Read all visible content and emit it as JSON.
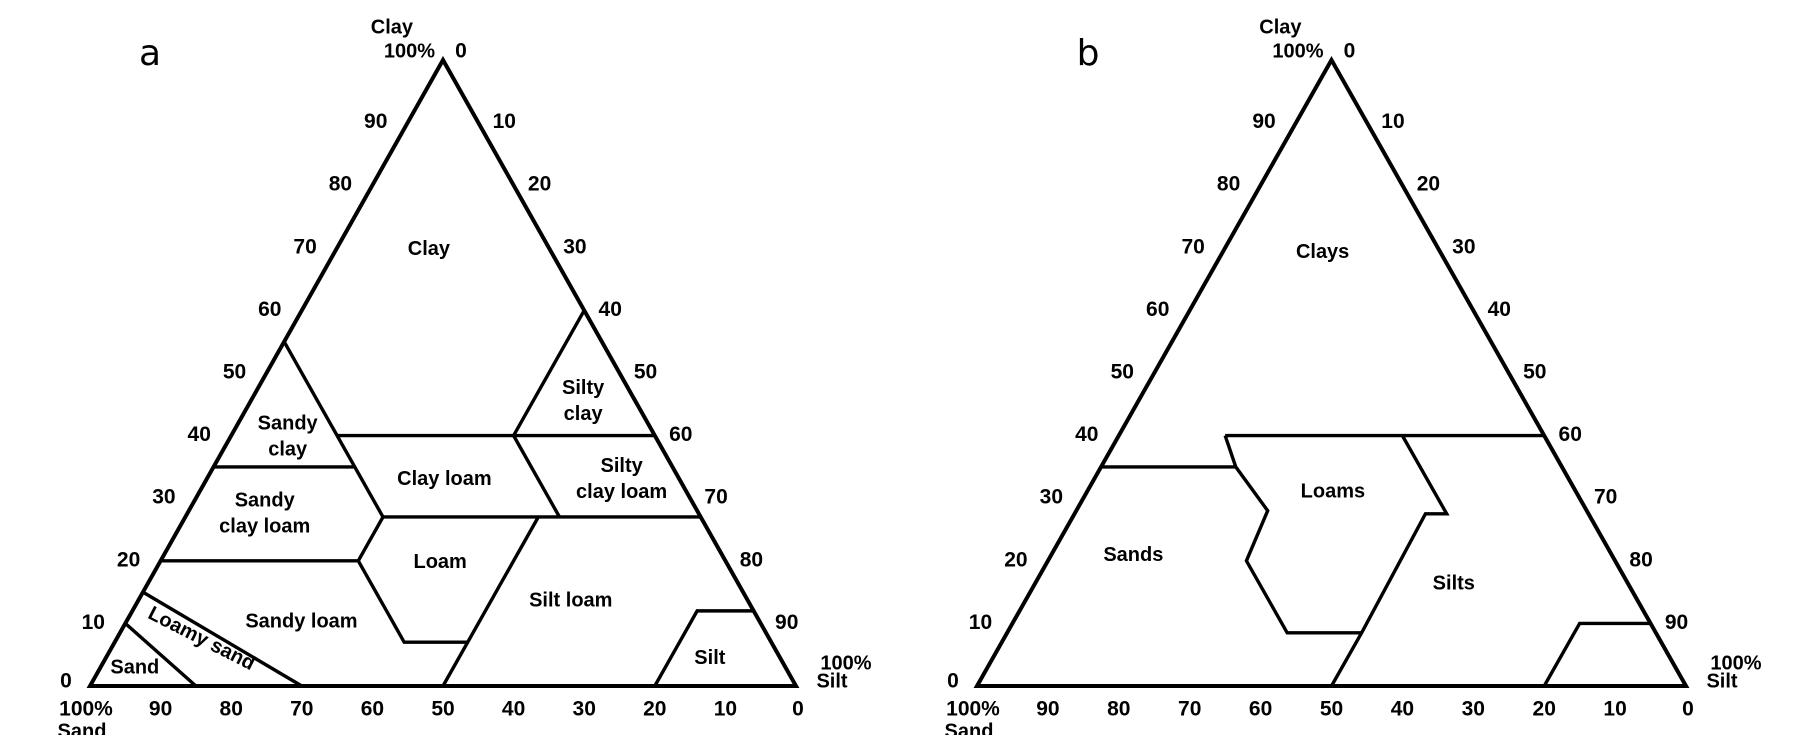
{
  "panels": [
    {
      "letter": "a",
      "axes": {
        "clay_title": "Clay",
        "clay_pct": "100%",
        "apex_zero": "0",
        "silt_pct": "100%",
        "silt_title": "Silt",
        "sand_pct": "100%",
        "sand_title": "Sand",
        "bottom_left_zero": "0",
        "bottom_right_zero": "0"
      },
      "clay_ticks": [
        "10",
        "20",
        "30",
        "40",
        "50",
        "60",
        "70",
        "80",
        "90"
      ],
      "silt_ticks": [
        "10",
        "20",
        "30",
        "40",
        "50",
        "60",
        "70",
        "80",
        "90"
      ],
      "sand_ticks": [
        "90",
        "80",
        "70",
        "60",
        "50",
        "40",
        "30",
        "20",
        "10"
      ],
      "boundaries_clay_silt": [
        [
          [
            55,
            0
          ],
          [
            27,
            28
          ]
        ],
        [
          [
            40,
            15
          ],
          [
            40,
            60
          ]
        ],
        [
          [
            60,
            40
          ],
          [
            40,
            40
          ],
          [
            27,
            53
          ]
        ],
        [
          [
            35,
            0
          ],
          [
            35,
            20
          ]
        ],
        [
          [
            27,
            28
          ],
          [
            27,
            73
          ]
        ],
        [
          [
            20,
            0
          ],
          [
            20,
            28
          ],
          [
            27,
            28
          ]
        ],
        [
          [
            20,
            28
          ],
          [
            7,
            41
          ],
          [
            7,
            50
          ]
        ],
        [
          [
            27,
            50
          ],
          [
            0,
            50
          ]
        ],
        [
          [
            0,
            80
          ],
          [
            12,
            80
          ],
          [
            12,
            88
          ]
        ],
        [
          [
            15,
            0
          ],
          [
            0,
            30
          ]
        ],
        [
          [
            10,
            0
          ],
          [
            0,
            15
          ]
        ]
      ],
      "regions": [
        {
          "lines": [
            "Clay"
          ]
        },
        {
          "lines": [
            "Sandy",
            "clay"
          ]
        },
        {
          "lines": [
            "Silty",
            "clay"
          ]
        },
        {
          "lines": [
            "Clay  loam"
          ]
        },
        {
          "lines": [
            "Silty",
            "clay loam"
          ]
        },
        {
          "lines": [
            "Sandy",
            "clay loam"
          ]
        },
        {
          "lines": [
            "Loam"
          ]
        },
        {
          "lines": [
            "Sandy  loam"
          ]
        },
        {
          "lines": [
            "Silt loam"
          ]
        },
        {
          "lines": [
            "Silt"
          ]
        },
        {
          "lines": [
            "Sand"
          ]
        },
        {
          "lines": [
            "Loamy sand"
          ]
        }
      ]
    },
    {
      "letter": "b",
      "axes": {
        "clay_title": "Clay",
        "clay_pct": "100%",
        "apex_zero": "0",
        "silt_pct": "100%",
        "silt_title": "Silt",
        "sand_pct": "100%",
        "sand_title": "Sand",
        "bottom_left_zero": "0",
        "bottom_right_zero": "0"
      },
      "clay_ticks": [
        "10",
        "20",
        "30",
        "40",
        "50",
        "60",
        "70",
        "80",
        "90"
      ],
      "silt_ticks": [
        "10",
        "20",
        "30",
        "40",
        "50",
        "60",
        "70",
        "80",
        "90"
      ],
      "sand_ticks": [
        "90",
        "80",
        "70",
        "60",
        "50",
        "40",
        "30",
        "20",
        "10"
      ],
      "boundaries_clay_silt": [
        [
          [
            40,
            15
          ],
          [
            40,
            60
          ]
        ],
        [
          [
            35,
            0
          ],
          [
            35,
            19
          ]
        ],
        [
          [
            40,
            15
          ],
          [
            35,
            19
          ],
          [
            28,
            27
          ],
          [
            20,
            28
          ],
          [
            8.5,
            39.5
          ],
          [
            8.5,
            50
          ]
        ],
        [
          [
            40,
            40
          ],
          [
            27.5,
            52.5
          ],
          [
            27.5,
            49.5
          ],
          [
            8.5,
            50
          ],
          [
            0,
            50
          ]
        ],
        [
          [
            0,
            80
          ],
          [
            10,
            80
          ],
          [
            10,
            90
          ]
        ]
      ],
      "regions": [
        {
          "lines": [
            "Clays"
          ]
        },
        {
          "lines": [
            "Loams"
          ]
        },
        {
          "lines": [
            "Sands"
          ]
        },
        {
          "lines": [
            "Silts"
          ]
        }
      ]
    }
  ]
}
